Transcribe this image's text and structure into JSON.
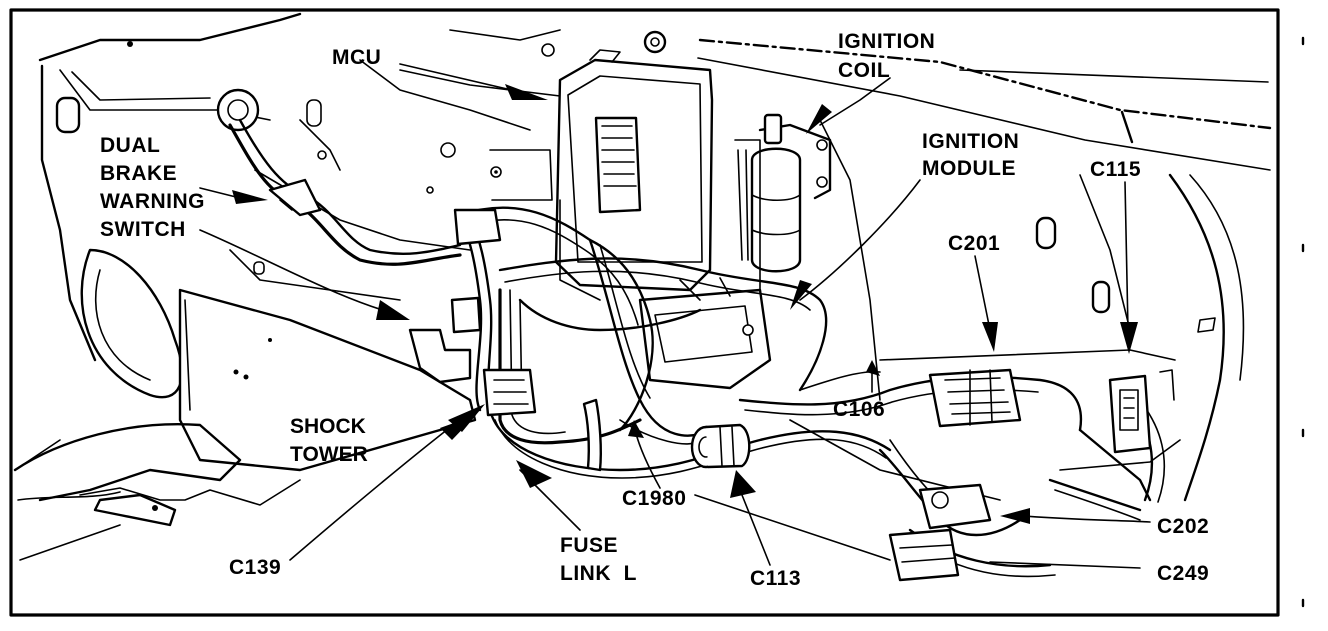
{
  "labels": {
    "mcu": "MCU",
    "ignition_coil_1": "IGNITION",
    "ignition_coil_2": "COIL",
    "ignition_module_1": "IGNITION",
    "ignition_module_2": "MODULE",
    "c115": "C115",
    "c201": "C201",
    "dual_brake_1": "DUAL",
    "dual_brake_2": "BRAKE",
    "dual_brake_3": "WARNING",
    "dual_brake_4": "SWITCH",
    "shock_tower_1": "SHOCK",
    "shock_tower_2": "TOWER",
    "c106": "C106",
    "c139": "C139",
    "fuse_link_1": "FUSE",
    "fuse_link_2": "LINK  L",
    "c1980": "C1980",
    "c113": "C113",
    "c202": "C202",
    "c249": "C249"
  },
  "colors": {
    "ink": "#000000",
    "paper": "#ffffff"
  }
}
